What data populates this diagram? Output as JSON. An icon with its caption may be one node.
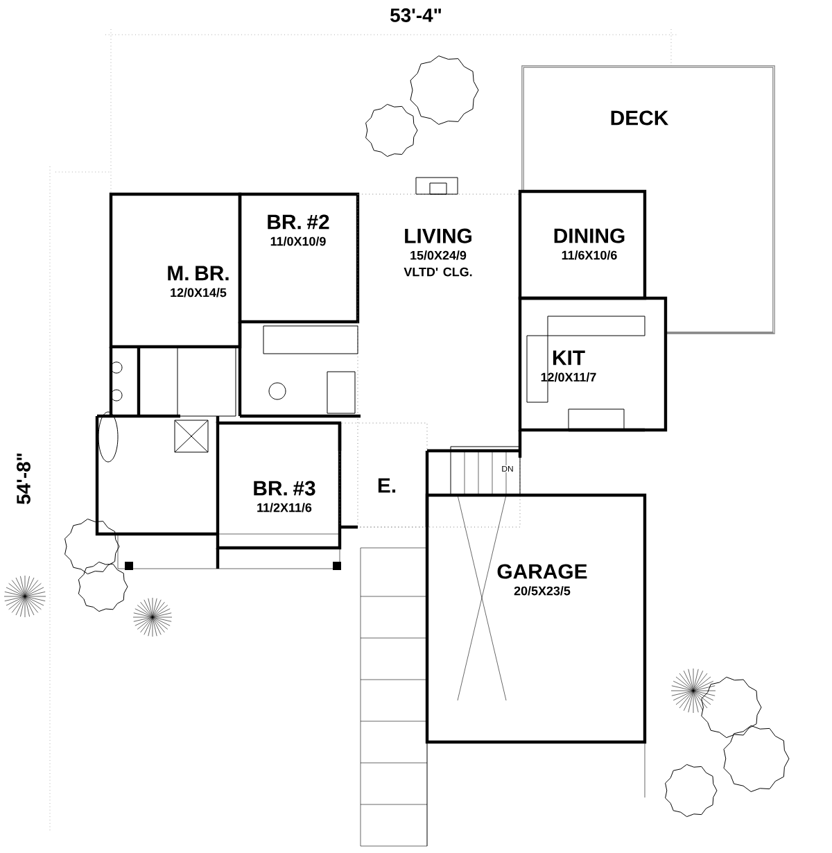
{
  "diagram": {
    "nodes": [
      {
        "text": [
          "DECK"
        ]
      },
      {
        "text": [
          "M. BR.",
          "12/0X14/5"
        ]
      },
      {
        "text": [
          "BR. #2",
          "11/0X10/9"
        ]
      },
      {
        "text": [
          "LIVING",
          "15/0X24/9 VLTD' CLG."
        ]
      },
      {
        "text": [
          "DINING",
          "11/6X10/6"
        ]
      },
      {
        "text": [
          "KIT",
          "12/0X11/7"
        ]
      },
      {
        "text": [
          "BR. #3",
          "11/2X11/6"
        ]
      },
      {
        "text": [
          "E."
        ]
      },
      {
        "text": [
          "GARAGE",
          "20/5X23/5"
        ]
      }
    ],
    "labels": [
      "53'-4\"",
      "54'-8\"",
      "DN"
    ]
  }
}
